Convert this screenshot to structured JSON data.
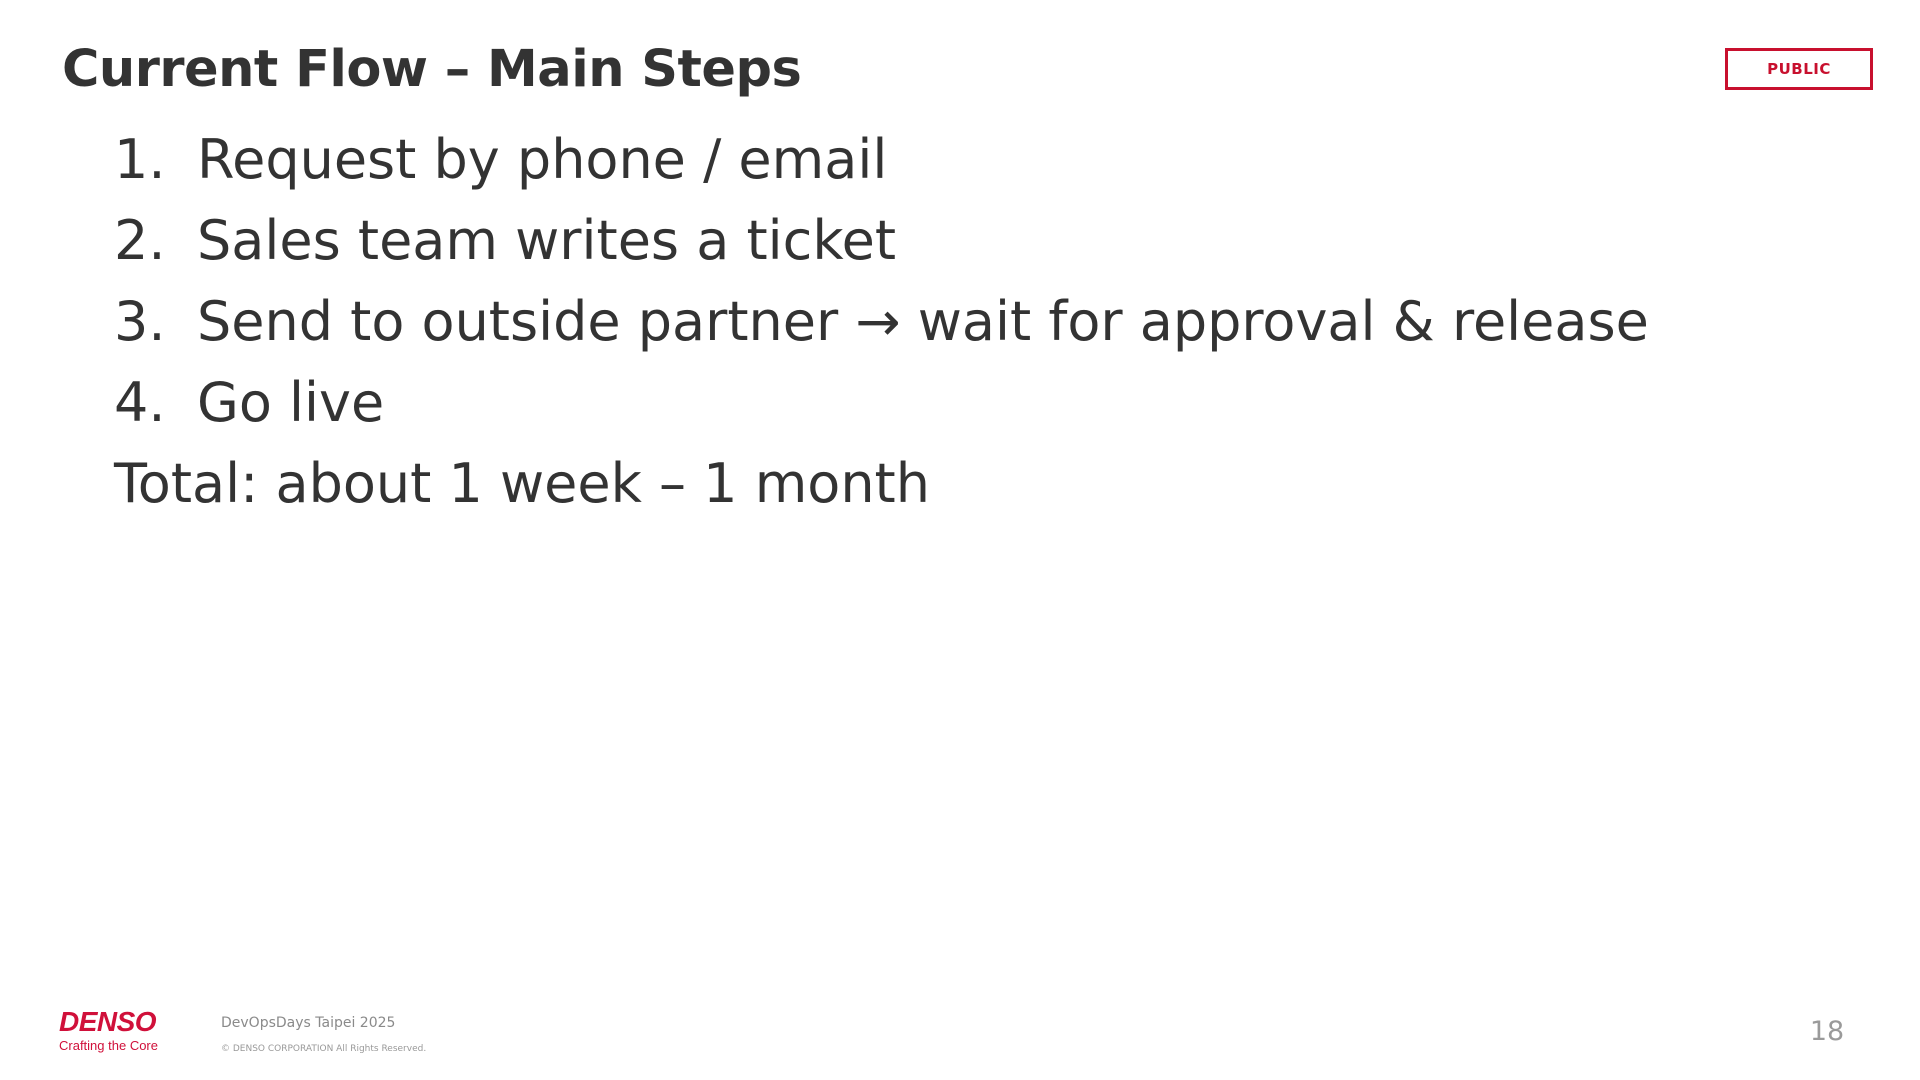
{
  "slide": {
    "title": "Current Flow – Main Steps",
    "classification": "PUBLIC",
    "steps": [
      {
        "number": "1.",
        "text": "Request by phone / email"
      },
      {
        "number": "2.",
        "text": "Sales team writes a ticket"
      },
      {
        "number": "3.",
        "text": "Send to outside partner → wait for approval & release"
      },
      {
        "number": "4.",
        "text": "Go live"
      }
    ],
    "total": "Total: about 1 week – 1 month"
  },
  "footer": {
    "logo_name": "DENSO",
    "logo_tagline": "Crafting the Core",
    "event": "DevOpsDays Taipei 2025",
    "copyright": "© DENSO CORPORATION All Rights Reserved.",
    "page_number": "18"
  },
  "colors": {
    "brand_red": "#c8102e",
    "text": "#333333",
    "footer_text": "#8a8a8a"
  }
}
